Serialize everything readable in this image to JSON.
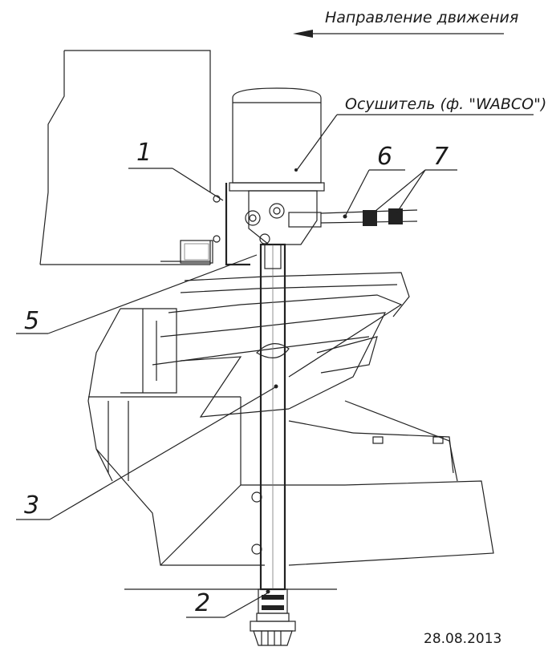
{
  "direction": {
    "text": "Направление движения"
  },
  "dryer": {
    "text": "Осушитель (ф. \"WABCO\")"
  },
  "callouts": {
    "c1": "1",
    "c2": "2",
    "c3": "3",
    "c5": "5",
    "c6": "6",
    "c7": "7"
  },
  "date": "28.08.2013"
}
